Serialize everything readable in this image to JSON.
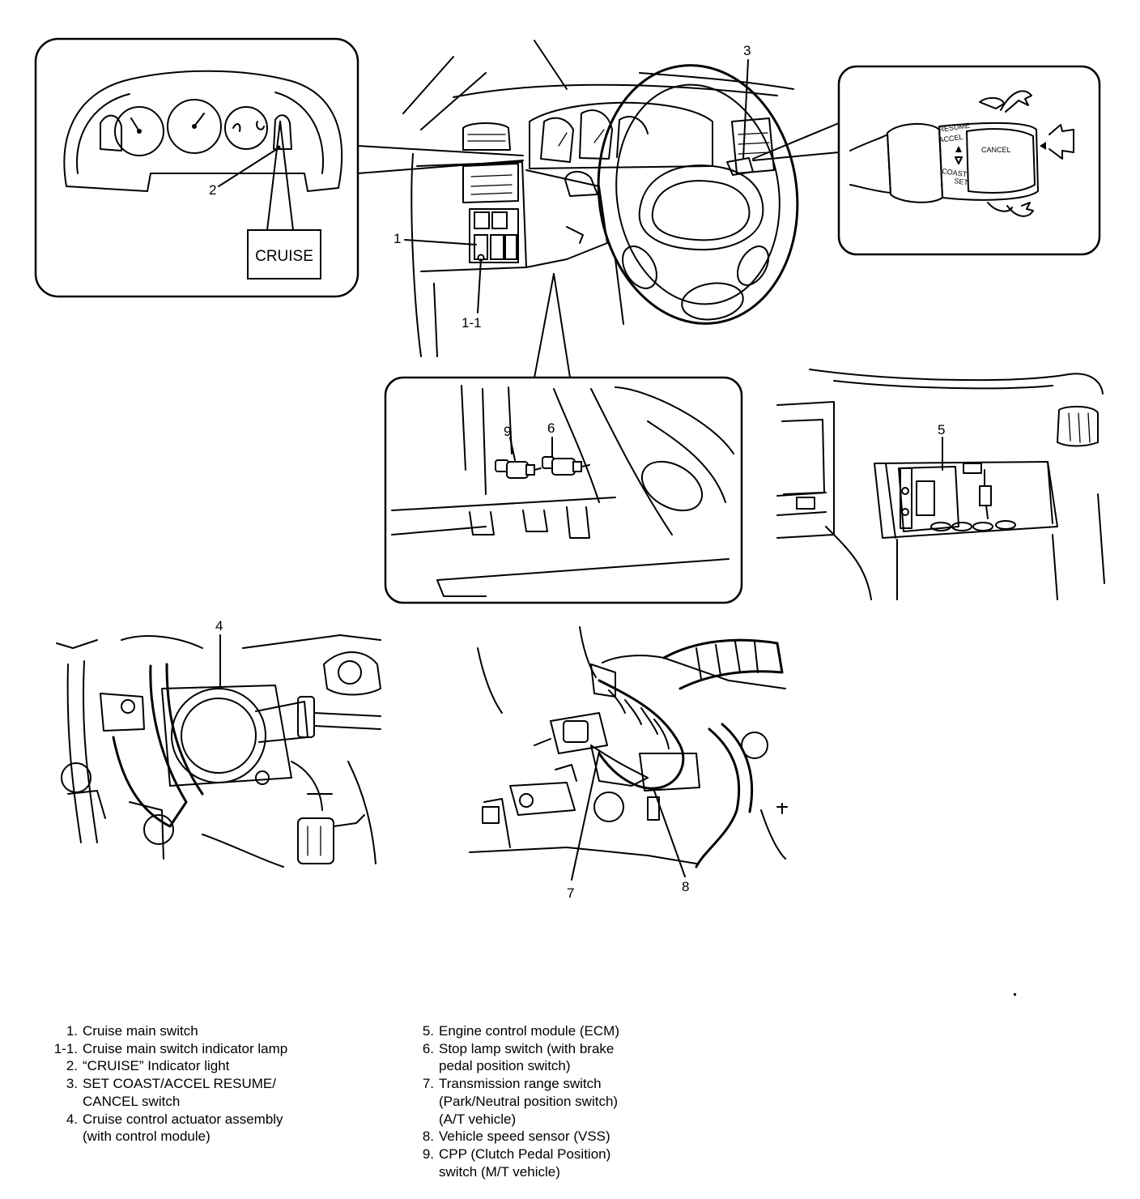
{
  "callouts": {
    "c1": "1",
    "c1_1": "1-1",
    "c2": "2",
    "c3": "3",
    "c4": "4",
    "c5": "5",
    "c6": "6",
    "c7": "7",
    "c8": "8",
    "c9": "9"
  },
  "cruise_box": "CRUISE",
  "stalk_labels": {
    "resume": "RESUME",
    "accel": "ACCEL",
    "coast": "COAST",
    "set": "SET",
    "cancel": "CANCEL"
  },
  "legend_left": [
    {
      "num": "1.",
      "lines": [
        "Cruise main switch"
      ]
    },
    {
      "num": "1-1.",
      "lines": [
        "Cruise main switch indicator lamp"
      ]
    },
    {
      "num": "2.",
      "lines": [
        "“CRUISE” Indicator light"
      ]
    },
    {
      "num": "3.",
      "lines": [
        "SET COAST/ACCEL RESUME/",
        "CANCEL switch"
      ]
    },
    {
      "num": "4.",
      "lines": [
        "Cruise control actuator assembly",
        "(with control module)"
      ]
    }
  ],
  "legend_right": [
    {
      "num": "5.",
      "lines": [
        "Engine control module (ECM)"
      ]
    },
    {
      "num": "6.",
      "lines": [
        "Stop lamp switch (with brake",
        "pedal position switch)"
      ]
    },
    {
      "num": "7.",
      "lines": [
        "Transmission range switch",
        "(Park/Neutral position switch)",
        "(A/T vehicle)"
      ]
    },
    {
      "num": "8.",
      "lines": [
        "Vehicle speed sensor (VSS)"
      ]
    },
    {
      "num": "9.",
      "lines": [
        "CPP (Clutch Pedal Position)",
        "switch (M/T vehicle)"
      ]
    }
  ]
}
